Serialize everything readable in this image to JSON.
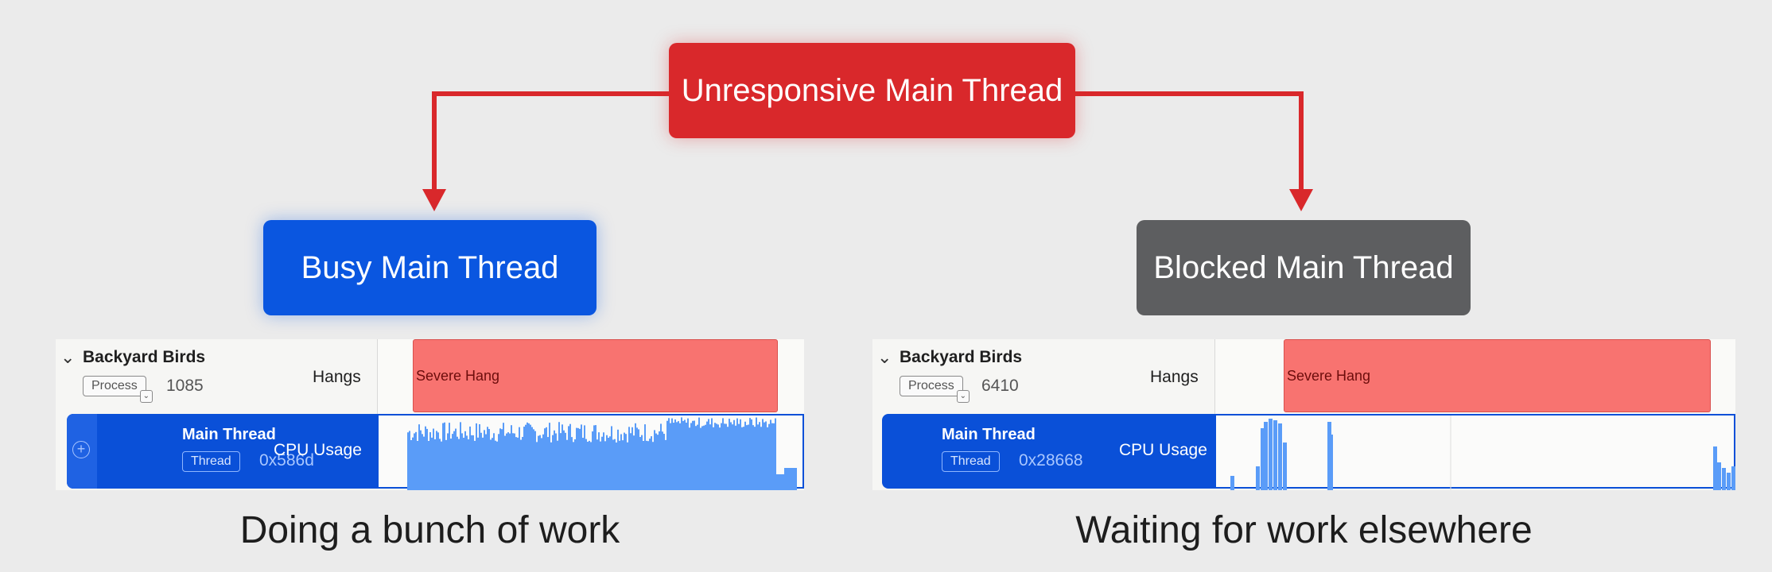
{
  "diagram": {
    "top": "Unresponsive Main Thread",
    "left": "Busy Main Thread",
    "right": "Blocked Main Thread"
  },
  "left_panel": {
    "process_name": "Backyard Birds",
    "process_tag": "Process",
    "process_id": "1085",
    "hangs_label": "Hangs",
    "hang_label": "Severe Hang",
    "thread_name": "Main Thread",
    "thread_tag": "Thread",
    "thread_id": "0x586d",
    "cpu_label": "CPU Usage",
    "caption": "Doing a bunch of work"
  },
  "right_panel": {
    "process_name": "Backyard Birds",
    "process_tag": "Process",
    "process_id": "6410",
    "hangs_label": "Hangs",
    "hang_label": "Severe Hang",
    "thread_name": "Main Thread",
    "thread_tag": "Thread",
    "thread_id": "0x28668",
    "cpu_label": "CPU Usage",
    "caption": "Waiting for work elsewhere"
  },
  "colors": {
    "unresponsive": "#d9282b",
    "busy": "#0a56e0",
    "blocked": "#5d5e60",
    "hang": "#f87370",
    "cpu": "#5a9cf8"
  }
}
